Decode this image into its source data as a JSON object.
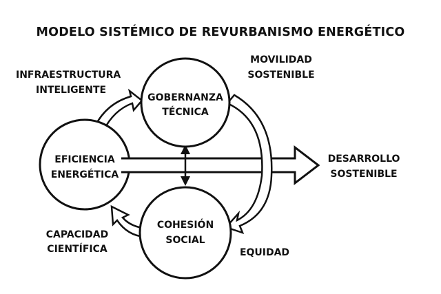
{
  "title": "MODELO SISTÉMICO DE REVURBANISMO ENERGÉTICO",
  "nodes": {
    "gobernanza": [
      "GOBERNANZA",
      "TÉCNICA"
    ],
    "eficiencia": [
      "EFICIENCIA",
      "ENERGÉTICA"
    ],
    "cohesion": [
      "COHESIÓN",
      "SOCIAL"
    ]
  },
  "labels": {
    "infraestructura": [
      "INFRAESTRUCTURA",
      "INTELIGENTE"
    ],
    "movilidad": [
      "MOVILIDAD",
      "SOSTENIBLE"
    ],
    "desarrollo": [
      "DESARROLLO",
      "SOSTENIBLE"
    ],
    "capacidad": [
      "CAPACIDAD",
      "CIENTÍFICA"
    ],
    "equidad": "EQUIDAD"
  },
  "colors": {
    "ink": "#111111",
    "background": "#ffffff"
  }
}
